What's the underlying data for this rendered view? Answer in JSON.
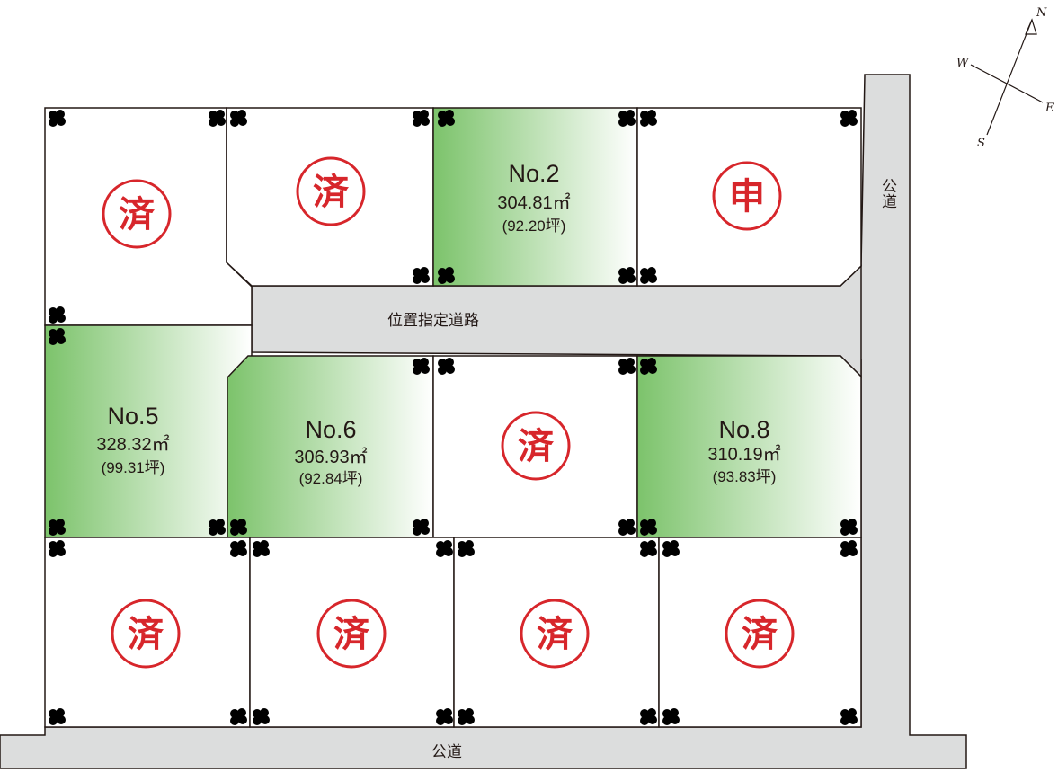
{
  "colors": {
    "stamp": "#d7262b",
    "road": "#dcdddd",
    "lot_green": "#7cc36b",
    "tree": "#1a8a3a",
    "line": "#231815"
  },
  "roads": {
    "public_east": "公道",
    "public_south": "公道",
    "designated": "位置指定道路"
  },
  "compass": {
    "n": "N",
    "e": "E",
    "s": "S",
    "w": "W"
  },
  "lots": [
    {
      "id": "top-1",
      "status": "sold",
      "stamp": "済"
    },
    {
      "id": "top-2",
      "status": "sold",
      "stamp": "済"
    },
    {
      "id": "no-2",
      "status": "available",
      "no": "No.2",
      "area": "304.81㎡",
      "tsubo": "(92.20坪)"
    },
    {
      "id": "top-4",
      "status": "applied",
      "stamp": "申"
    },
    {
      "id": "no-5",
      "status": "available",
      "no": "No.5",
      "area": "328.32㎡",
      "tsubo": "(99.31坪)"
    },
    {
      "id": "no-6",
      "status": "available",
      "no": "No.6",
      "area": "306.93㎡",
      "tsubo": "(92.84坪)"
    },
    {
      "id": "mid-7",
      "status": "sold",
      "stamp": "済"
    },
    {
      "id": "no-8",
      "status": "available",
      "no": "No.8",
      "area": "310.19㎡",
      "tsubo": "(93.83坪)"
    },
    {
      "id": "bot-1",
      "status": "sold",
      "stamp": "済"
    },
    {
      "id": "bot-2",
      "status": "sold",
      "stamp": "済"
    },
    {
      "id": "bot-3",
      "status": "sold",
      "stamp": "済"
    },
    {
      "id": "bot-4",
      "status": "sold",
      "stamp": "済"
    }
  ]
}
